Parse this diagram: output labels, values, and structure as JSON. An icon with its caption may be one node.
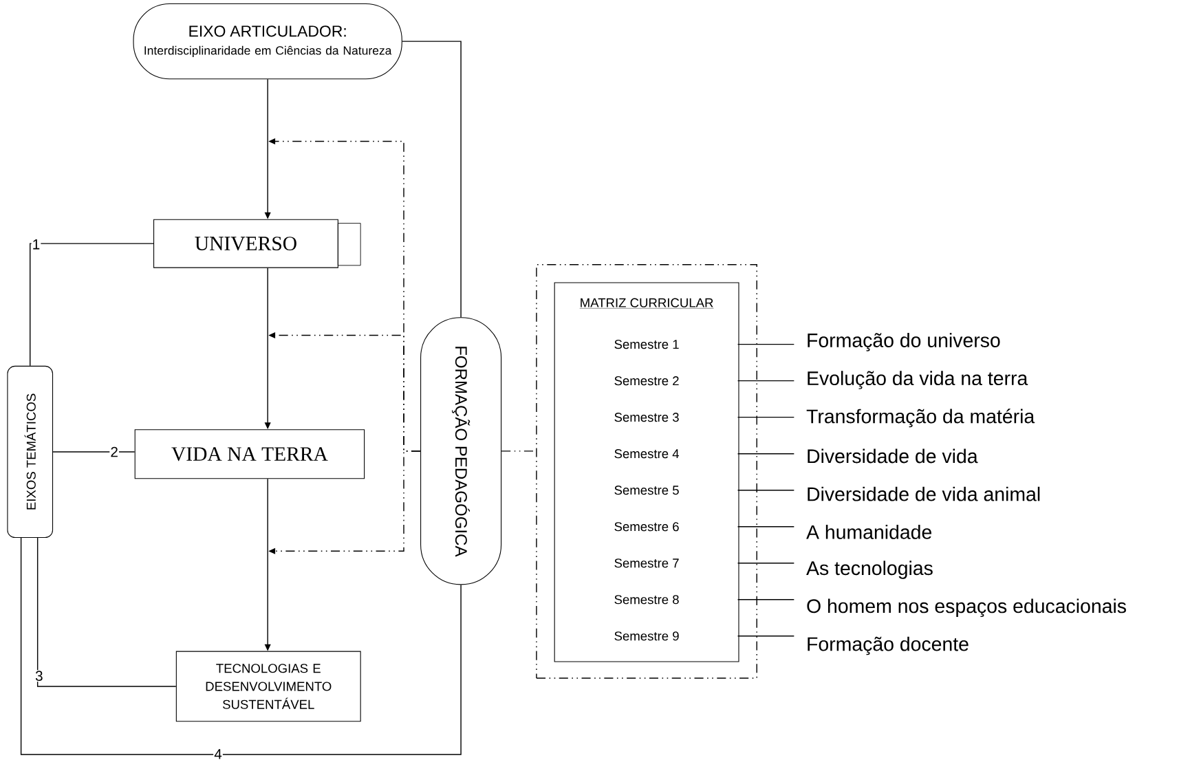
{
  "diagram": {
    "nodes": [
      {
        "text": [
          "EIXO ARTICULADOR:",
          "Interdisciplinaridade em Ciências da Natureza"
        ]
      },
      {
        "text": [
          "UNIVERSO"
        ]
      },
      {
        "text": [
          "VIDA NA TERRA"
        ]
      },
      {
        "text": [
          "TECNOLOGIAS E DESENVOLVIMENTO SUSTENTÁVEL"
        ]
      },
      {
        "text": [
          "EIXOS TEMÁTICOS"
        ]
      },
      {
        "text": [
          "FORMAÇÃO PEDAGÓGICA"
        ]
      },
      {
        "text": [],
        "shape": "box"
      },
      {
        "text": [
          "MATRIZ CURRICULAR"
        ],
        "in": 6
      },
      {
        "text": [
          "Semestre 1"
        ],
        "in": 7
      },
      {
        "text": [
          "Semestre 2"
        ],
        "in": 7
      },
      {
        "text": [
          "Semestre 3"
        ],
        "in": 7
      },
      {
        "text": [
          "Semestre 4"
        ],
        "in": 7
      },
      {
        "text": [
          "Semestre 5"
        ],
        "in": 7
      },
      {
        "text": [
          "Semestre 6"
        ],
        "in": 7
      },
      {
        "text": [
          "Semestre 7"
        ],
        "in": 7
      },
      {
        "text": [
          "Semestre 8"
        ],
        "in": 7
      },
      {
        "text": [
          "Semestre 9"
        ],
        "in": 7
      },
      {
        "text": [
          "Formação do universo"
        ]
      },
      {
        "text": [
          "Evolução da vida na terra"
        ]
      },
      {
        "text": [
          "Transformação da matéria"
        ]
      },
      {
        "text": [
          "Diversidade de vida"
        ]
      },
      {
        "text": [
          "Diversidade de vida animal"
        ]
      },
      {
        "text": [
          "A humanidade"
        ]
      },
      {
        "text": [
          "As tecnologias"
        ]
      },
      {
        "text": [
          "O homem nos espaços educacionais"
        ]
      },
      {
        "text": [
          "Formação docente"
        ]
      }
    ],
    "edges": [
      {
        "from": 0,
        "to": 1,
        "arrow": "to"
      },
      {
        "from": 1,
        "to": 2,
        "arrow": "to"
      },
      {
        "from": 2,
        "to": 3,
        "arrow": "to"
      },
      {
        "from": 5,
        "to": null,
        "arrow": "to",
        "style": "dashed"
      },
      {
        "from": 5,
        "to": null,
        "arrow": "to",
        "style": "dashed"
      },
      {
        "from": 5,
        "to": null,
        "arrow": "to",
        "style": "dashed"
      },
      {
        "from": 0,
        "to": 5,
        "arrow": "none"
      },
      {
        "from": 4,
        "to": 1,
        "arrow": "none",
        "label": "1"
      },
      {
        "from": 4,
        "to": 2,
        "arrow": "none",
        "label": "2"
      },
      {
        "from": 4,
        "to": 3,
        "arrow": "none",
        "label": "3"
      },
      {
        "from": 5,
        "to": 4,
        "arrow": "none",
        "label": "4"
      },
      {
        "from": 5,
        "to": 6,
        "arrow": "none",
        "style": "dashed"
      },
      {
        "from": 8,
        "to": 17,
        "arrow": "none"
      },
      {
        "from": 9,
        "to": 18,
        "arrow": "none"
      },
      {
        "from": 10,
        "to": 19,
        "arrow": "none"
      },
      {
        "from": 11,
        "to": 20,
        "arrow": "none"
      },
      {
        "from": 12,
        "to": 21,
        "arrow": "none"
      },
      {
        "from": 13,
        "to": 22,
        "arrow": "none"
      },
      {
        "from": 14,
        "to": 23,
        "arrow": "none"
      },
      {
        "from": 15,
        "to": 24,
        "arrow": "none"
      },
      {
        "from": 16,
        "to": 25,
        "arrow": "none"
      }
    ]
  }
}
